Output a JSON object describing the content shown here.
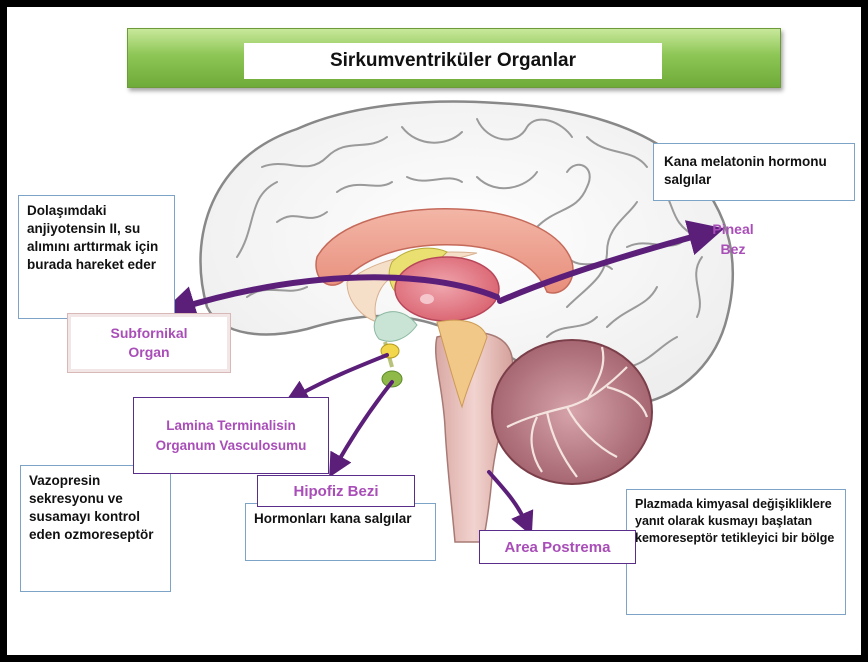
{
  "title": "Sirkumventriküler Organlar",
  "colors": {
    "title_bar": "#8dc655",
    "label_text": "#a94db8",
    "label_border": "#5a2d8a",
    "arrow": "#5b1f7a",
    "box_border": "#7da3c6"
  },
  "labels": {
    "subfornical": "Subfornikal Organ",
    "lamina": "Lamina Terminalisin Organum Vasculosumu",
    "hipofiz": "Hipofiz Bezi",
    "area_postrema": "Area Postrema",
    "pineal": "Pineal Bez"
  },
  "descriptions": {
    "subfornical": "Dolaşımdaki anjiyotensin II, su alımını arttırmak için burada hareket eder",
    "pineal": "Kana melatonin hormonu salgılar",
    "lamina": "Vazopresin sekresyonu ve susamayı kontrol eden ozmoreseptör",
    "hipofiz": "Hormonları kana salgılar",
    "area_postrema": "Plazmada kimyasal değişikliklere yanıt olarak kusmayı başlatan kemoreseptör tetikleyici bir bölge"
  },
  "icons": [
    "brain-illustration",
    "arrow-icon"
  ]
}
